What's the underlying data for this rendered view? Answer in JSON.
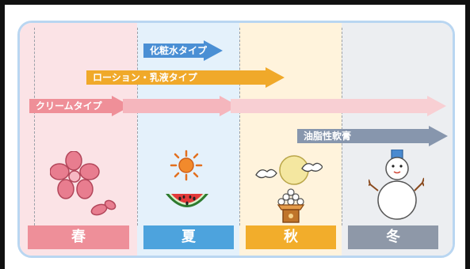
{
  "arrows": {
    "keshousui": {
      "label": "化粧水タイプ",
      "color": "#4a8fd4"
    },
    "lotion": {
      "label": "ローション・乳液タイプ",
      "color": "#f0a92a"
    },
    "cream": {
      "label": "クリームタイプ",
      "color": "#ef8f98"
    },
    "ointment": {
      "label": "油脂性軟膏",
      "color": "#8796ad"
    }
  },
  "seasons": [
    {
      "label": "春",
      "color": "#ee8f99"
    },
    {
      "label": "夏",
      "color": "#4da3dd"
    },
    {
      "label": "秋",
      "color": "#f2ad2b"
    },
    {
      "label": "冬",
      "color": "#8e98a8"
    }
  ],
  "icons": {
    "spring": "sakura-icon",
    "summer_sun": "sun-icon",
    "summer_fruit": "watermelon-icon",
    "autumn": "moon-viewing-icon",
    "winter": "snowman-icon"
  }
}
